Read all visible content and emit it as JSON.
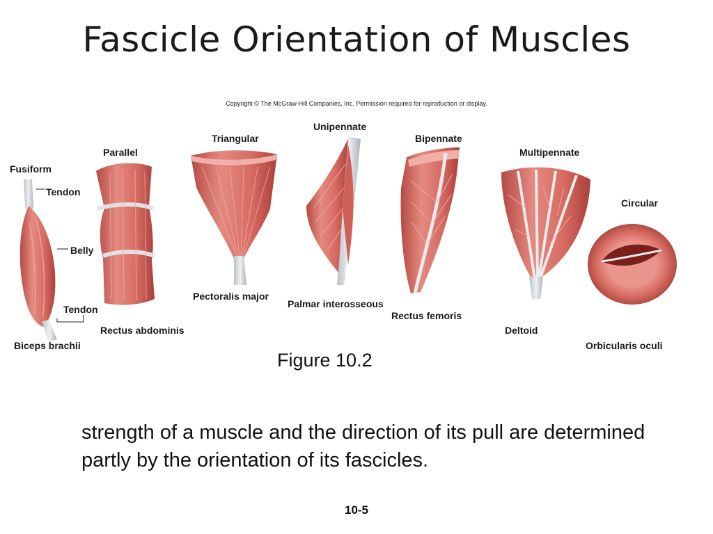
{
  "slide": {
    "title": "Fascicle Orientation of Muscles",
    "copyright": "Copyright © The McGraw-Hill Companies, Inc. Permission required for reproduction or display.",
    "figure_caption": "Figure 10.2",
    "body_text": "strength of a muscle and the direction of its pull are determined partly by the orientation of its fascicles.",
    "slide_number": "10-5"
  },
  "figure": {
    "types": {
      "fusiform": "Fusiform",
      "parallel": "Parallel",
      "triangular": "Triangular",
      "unipennate": "Unipennate",
      "bipennate": "Bipennate",
      "multipennate": "Multipennate",
      "circular": "Circular"
    },
    "parts": {
      "tendon_top": "Tendon",
      "belly": "Belly",
      "tendon_bottom": "Tendon"
    },
    "examples": {
      "biceps": "Biceps brachii",
      "rectus_abdominis": "Rectus abdominis",
      "pectoralis": "Pectoralis major",
      "palmar": "Palmar interosseous",
      "rectus_femoris": "Rectus femoris",
      "deltoid": "Deltoid",
      "orbicularis": "Orbicularis oculi"
    },
    "colors": {
      "muscle": "#d9706a",
      "muscle_dark": "#b8473f",
      "tendon": "#d8dde0"
    }
  }
}
